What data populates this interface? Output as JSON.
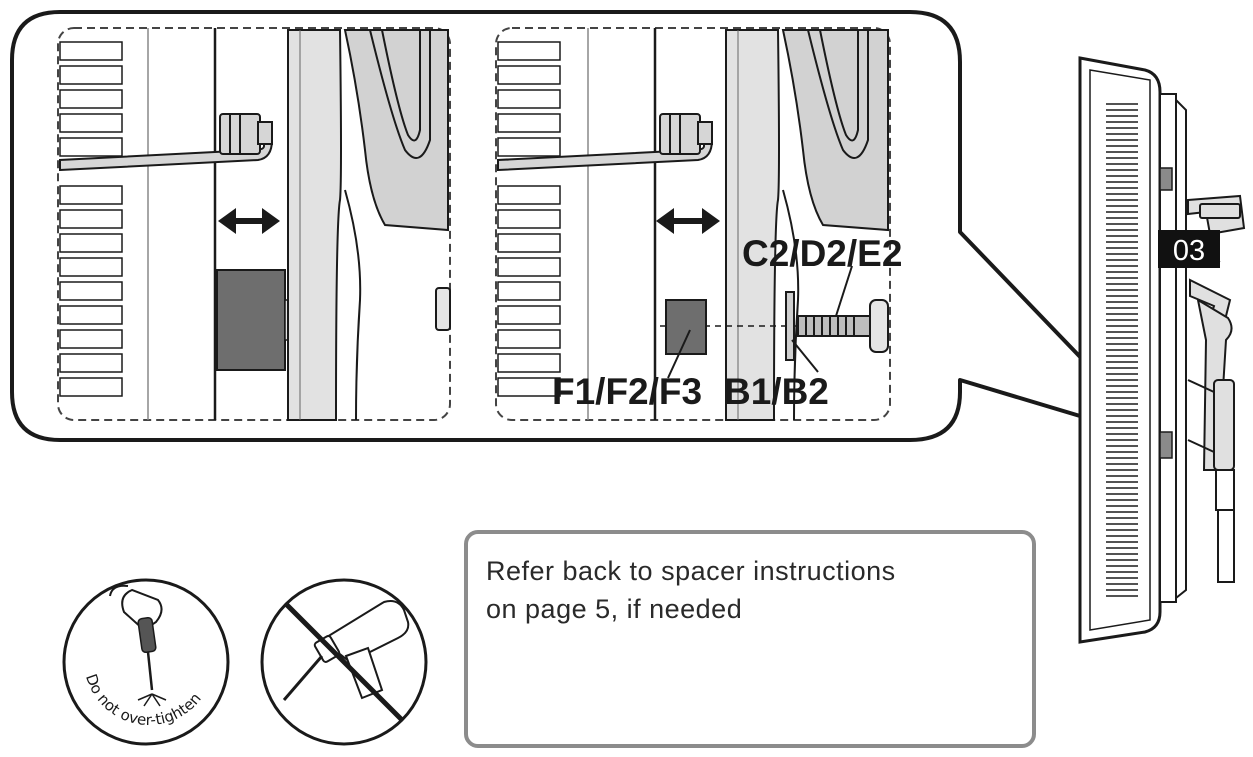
{
  "labels": {
    "step_number": "03",
    "bolt_label": "C2/D2/E2",
    "spacer_label": "F1/F2/F3",
    "washer_label": "B1/B2",
    "no_overtighten": "Do not over-tighten"
  },
  "note": {
    "line1": "Refer back to spacer instructions",
    "line2": "on page 5, if needed"
  },
  "colors": {
    "line": "#1a1a1a",
    "spacer_fill": "#6e6e6e",
    "panel_gray": "#d2d2d2",
    "note_border": "#8c8c8c"
  }
}
